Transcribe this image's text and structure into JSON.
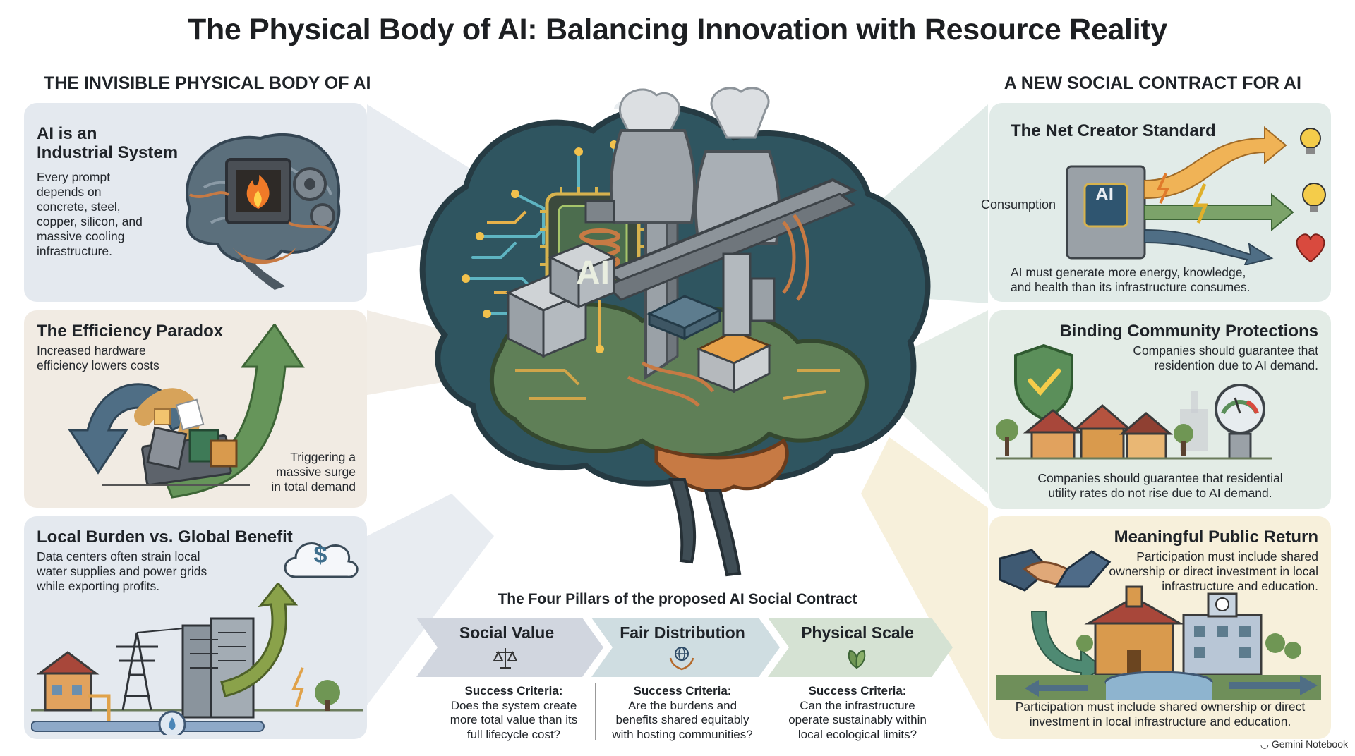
{
  "title": "The Physical Body of AI: Balancing Innovation with Resource Reality",
  "left_section": {
    "heading": "THE INVISIBLE PHYSICAL BODY OF AI",
    "cards": [
      {
        "title_line1": "AI is an",
        "title_line2": "Industrial System",
        "body": [
          "Every prompt",
          "depends on",
          "concrete, steel,",
          "copper, silicon, and",
          "massive cooling",
          "infrastructure."
        ]
      },
      {
        "title": "The Efficiency Paradox",
        "body": [
          "Increased hardware",
          "efficiency lowers costs"
        ],
        "note": [
          "Triggering a",
          "massive surge",
          "in total demand"
        ]
      },
      {
        "title": "Local Burden vs. Global Benefit",
        "body": [
          "Data centers often strain local",
          "water supplies and power grids",
          "while exporting profits."
        ]
      }
    ]
  },
  "right_section": {
    "heading": "A NEW SOCIAL CONTRACT FOR AI",
    "cards": [
      {
        "title": "The Net Creator Standard",
        "side_label": "Consumption",
        "chip_label": "AI",
        "body": [
          "AI must generate more energy, knowledge,",
          "and health than its infrastructure consumes."
        ]
      },
      {
        "title": "Binding Community Protections",
        "body": [
          "Companies should guarantee that",
          "residention due to AI demand."
        ],
        "footer": [
          "Companies should guarantee that residential",
          "utility rates do not rise due to AI demand."
        ]
      },
      {
        "title": "Meaningful Public Return",
        "body": [
          "Participation must include shared",
          "ownership or direct investment in local",
          "infrastructure and education."
        ],
        "footer": [
          "Participation must include shared ownership or direct",
          "investment in local infrastructure and education."
        ]
      }
    ]
  },
  "brain": {
    "chip_label": "AI"
  },
  "pillars": {
    "heading": "The Four Pillars of the proposed AI Social Contract",
    "items": [
      {
        "label": "Social Value",
        "criteria_label": "Success Criteria:",
        "criteria": [
          "Does the system create",
          "more total value than its",
          "full lifecycle cost?"
        ],
        "icon": "scale-icon"
      },
      {
        "label": "Fair Distribution",
        "criteria_label": "Success Criteria:",
        "criteria": [
          "Are the burdens and",
          "benefits shared equitably",
          "with hosting communities?"
        ],
        "icon": "globe-hands-icon"
      },
      {
        "label": "Physical Scale",
        "criteria_label": "Success Criteria:",
        "criteria": [
          "Can the infrastructure",
          "operate sustainably within",
          "local ecological limits?"
        ],
        "icon": "leaf-icon"
      }
    ]
  },
  "footer_brand": "Gemini Notebook",
  "colors": {
    "card_blue": "#e4e9ef",
    "card_beige": "#f1ebe3",
    "card_green": "#e3ebe6",
    "card_yellow": "#f7f0db",
    "brain_blue": "#2f5560",
    "brain_green": "#5f7f57",
    "copper": "#c77a44",
    "arrow_green": "#5d8a52"
  },
  "dollar_sign": "$"
}
